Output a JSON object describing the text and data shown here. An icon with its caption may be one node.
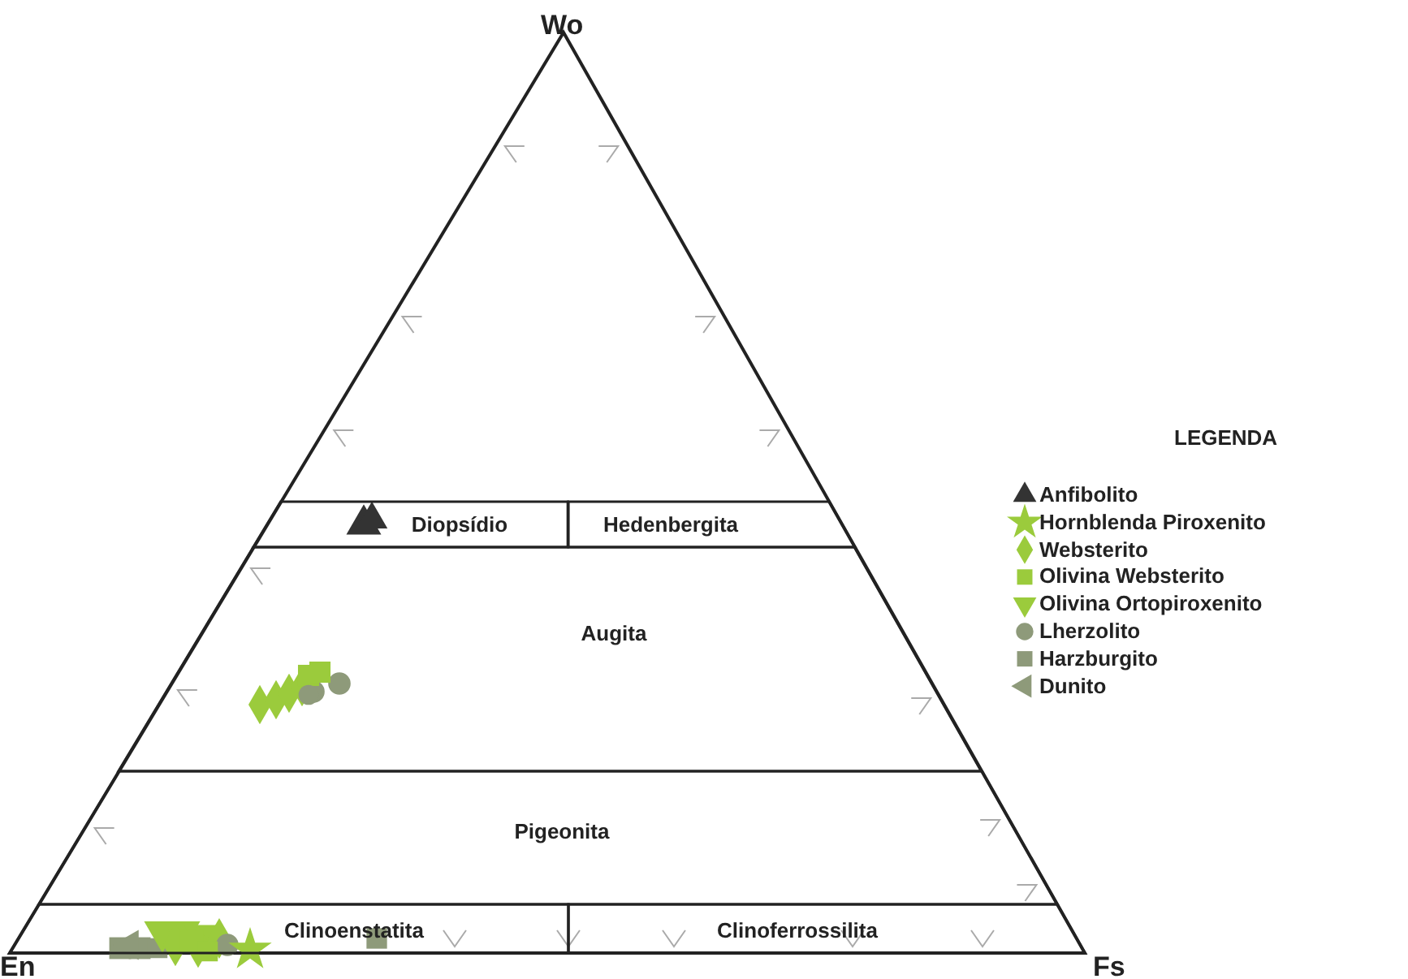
{
  "diagram": {
    "nodes": [
      {
        "text": [
          "Diopsídio"
        ]
      },
      {
        "text": [
          "Hedenbergita"
        ]
      },
      {
        "text": [
          "Augita"
        ]
      },
      {
        "text": [
          "Pigeonita"
        ]
      },
      {
        "text": [
          "Clinoenstatita"
        ]
      },
      {
        "text": [
          "Clinoferrossilita"
        ]
      }
    ],
    "edges": [],
    "labels": [
      "Wo",
      "LEGENDA",
      "En",
      "Fs"
    ],
    "legend": [
      {
        "text": "Anfibolito"
      },
      {
        "text": "Hornblenda Piroxenito"
      },
      {
        "text": "Websterito"
      },
      {
        "text": "Olivina Websterito"
      },
      {
        "text": "Olivina Ortopiroxenito"
      },
      {
        "text": "Lherzolito"
      },
      {
        "text": "Harzburgito"
      },
      {
        "text": "Dunito"
      }
    ]
  }
}
